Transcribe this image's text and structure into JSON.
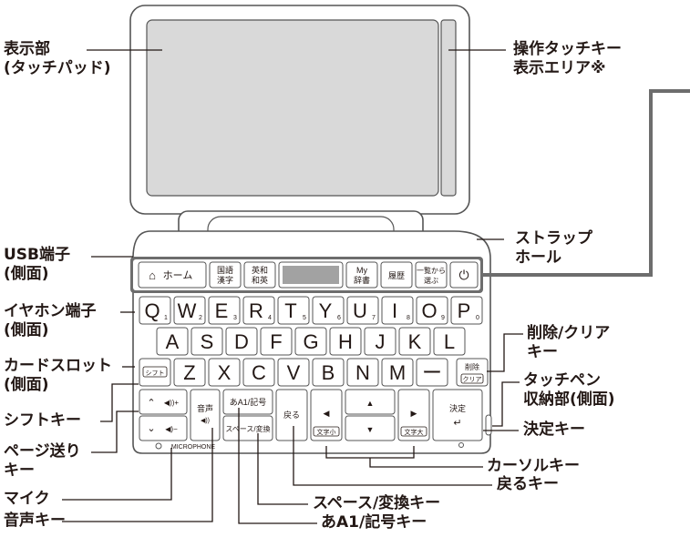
{
  "labels": {
    "display": [
      "表示部",
      "(タッチパッド)"
    ],
    "touch_keys": [
      "操作タッチキー",
      "表示エリア※"
    ],
    "strap": [
      "ストラップ",
      "ホール"
    ],
    "usb": [
      "USB端子",
      "(側面)"
    ],
    "earphone": [
      "イヤホン端子",
      "(側面)"
    ],
    "card_slot": [
      "カードスロット",
      "(側面)"
    ],
    "shift": [
      "シフトキー"
    ],
    "page": [
      "ページ送り",
      "キー"
    ],
    "mic": [
      "マイク"
    ],
    "voice": [
      "音声キー"
    ],
    "delete": [
      "削除/クリア",
      "キー"
    ],
    "pen": [
      "タッチペン",
      "収納部(側面)"
    ],
    "enter": [
      "決定キー"
    ],
    "cursor": [
      "カーソルキー"
    ],
    "back": [
      "戻るキー"
    ],
    "space": [
      "スペース/変換キー"
    ],
    "kigo": [
      "あA1/記号キー"
    ]
  },
  "touch_bar": {
    "home": "ホーム",
    "kokugo": [
      "国語",
      "漢字"
    ],
    "eiwa": [
      "英和",
      "和英"
    ],
    "my": [
      "My",
      "辞書"
    ],
    "rireki": "履歴",
    "ichiran": [
      "一覧から",
      "選ぶ"
    ],
    "power_symbol": "⏻"
  },
  "keyboard": {
    "row1": [
      "Q",
      "W",
      "E",
      "R",
      "T",
      "Y",
      "U",
      "I",
      "O",
      "P"
    ],
    "row1_sub": [
      "1",
      "2",
      "3",
      "4",
      "5",
      "6",
      "7",
      "8",
      "9",
      "0"
    ],
    "row2": [
      "A",
      "S",
      "D",
      "F",
      "G",
      "H",
      "J",
      "K",
      "L"
    ],
    "row3": [
      "Z",
      "X",
      "C",
      "V",
      "B",
      "N",
      "M",
      "ー"
    ],
    "shift": "シフト",
    "delete": [
      "削除",
      "クリア"
    ],
    "voice": [
      "音声",
      "◀))"
    ],
    "kigo": "あA1/記号",
    "space": "スペース/変換",
    "back": "戻る",
    "moji_small": "文字小",
    "moji_large": "文字大",
    "enter": [
      "決定",
      "↵"
    ],
    "microphone": "MICROPHONE"
  },
  "colors": {
    "highlight": "#6d6d6d",
    "line": "#231815",
    "device_stroke": "#555555"
  }
}
